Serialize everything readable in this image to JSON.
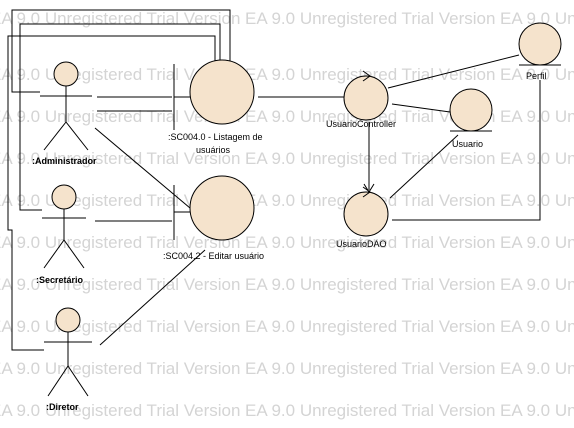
{
  "watermark": "EA 9.0 Unregistered Trial Version",
  "actors": {
    "administrador": ":Administrador",
    "secretario": ":Secretário",
    "diretor": ":Diretor"
  },
  "boundaries": {
    "listagem": {
      "line1": ":SC004.0 - Listagem de",
      "line2": "usuários"
    },
    "editar": ":SC004.2 - Editar usuário"
  },
  "controls": {
    "usuario_controller": "UsuarioController",
    "usuario_dao": "UsuarioDAO"
  },
  "entities": {
    "usuario": "Usuario",
    "perfil": "Perfil"
  },
  "colors": {
    "shape_fill": "#f5e3cc",
    "watermark": "#d4d4d4"
  }
}
